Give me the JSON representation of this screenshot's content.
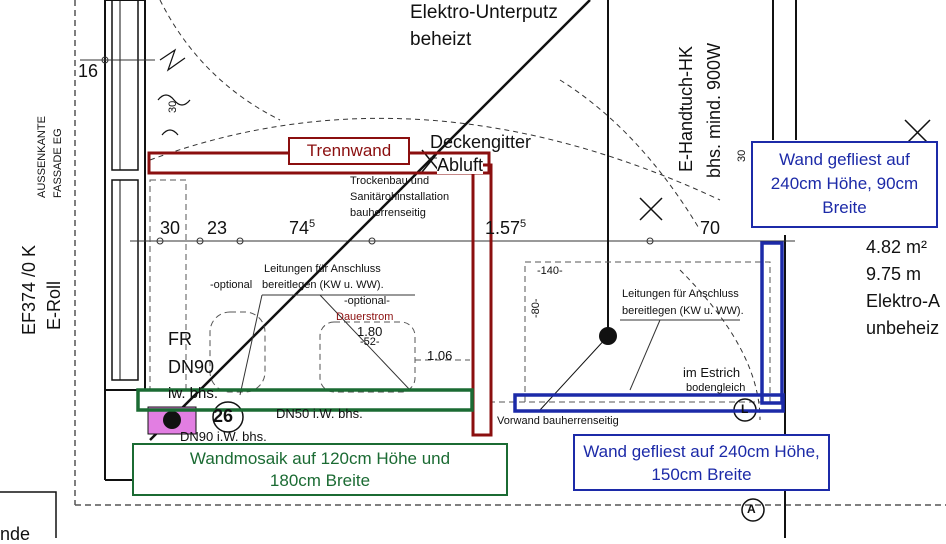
{
  "colors": {
    "red": "#8b0f0f",
    "green": "#1b6b33",
    "blue": "#1c2aa8",
    "pink": "#e27ee2",
    "lines": "#111111",
    "dashed": "#555555"
  },
  "labels": {
    "elektro_unterputz": "Elektro-Unterputz",
    "beheizt": "beheizt",
    "deckengitter": "Deckengitter",
    "abluft": "Abluft",
    "trockenbau": "Trockenbau und",
    "sanitaer": "Sanitärohinstallation",
    "bauherrenseitig": "bauherrenseitig",
    "e_handtuch": "E-Handtuch-HK",
    "bhs": "bhs. mind. 900W",
    "aussenkante": "AUSSENKANTE",
    "fassade": "FASSADE EG",
    "ef374": "EF374 /0 K",
    "eroll": "E-Roll",
    "dim_16": "16",
    "dim_30_vert": "30",
    "dim_30_vert2": "30",
    "dim_30": "30",
    "dim_23": "23",
    "dim_74": "74",
    "dim_74_sup": "5",
    "dim_157": "1.57",
    "dim_157_sup": "5",
    "dim_70": "70",
    "leitungen_left_1": "Leitungen für Anschluss",
    "leitungen_left_2": "bereitlegen (KW u. WW).",
    "optional_1": "-optional",
    "optional_2": "-optional-",
    "dauerstrom": "Dauerstrom",
    "dim_180": "1.80",
    "dim_52": "-52-",
    "dim_106": "1.06",
    "fr": "FR",
    "dn90": "DN90",
    "iw": "iw. bhs.",
    "num_26": "26",
    "dn50": "DN50 i.W. bhs.",
    "dn90_iw": "DN90 i.W. bhs.",
    "dim_140": "-140-",
    "dim_80": "-80-",
    "leitungen_right_1": "Leitungen für Anschluss",
    "leitungen_right_2": "bereitlegen (KW u. WW).",
    "im_estrich": "im Estrich",
    "bodengleich": "bodengleich",
    "vorwand": "Vorwand bauherrenseitig",
    "area": "4.82 m²",
    "perimeter": "9.75 m",
    "elektro_a": "Elektro-A",
    "unbeheiz": "unbeheiz",
    "marker_a": "A",
    "marker_l": "L",
    "bottom_left": "nde"
  },
  "callouts": {
    "trennwand": "Trennwand",
    "wand_right": "Wand gefliest auf 240cm Höhe, 90cm Breite",
    "wand_bottom": "Wand gefliest auf 240cm Höhe, 150cm Breite",
    "wandmosaik": "Wandmosaik auf 120cm Höhe und 180cm Breite"
  }
}
